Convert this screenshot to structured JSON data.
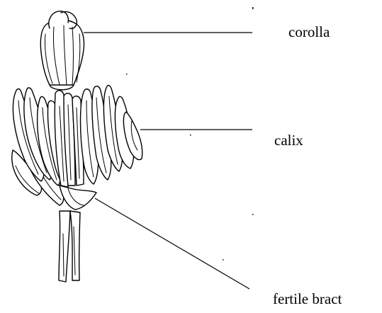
{
  "labels": {
    "corolla": "corolla",
    "calix": "calix",
    "fertile_bract": "fertile bract"
  },
  "colors": {
    "ink": "#000000",
    "background": "#ffffff"
  }
}
